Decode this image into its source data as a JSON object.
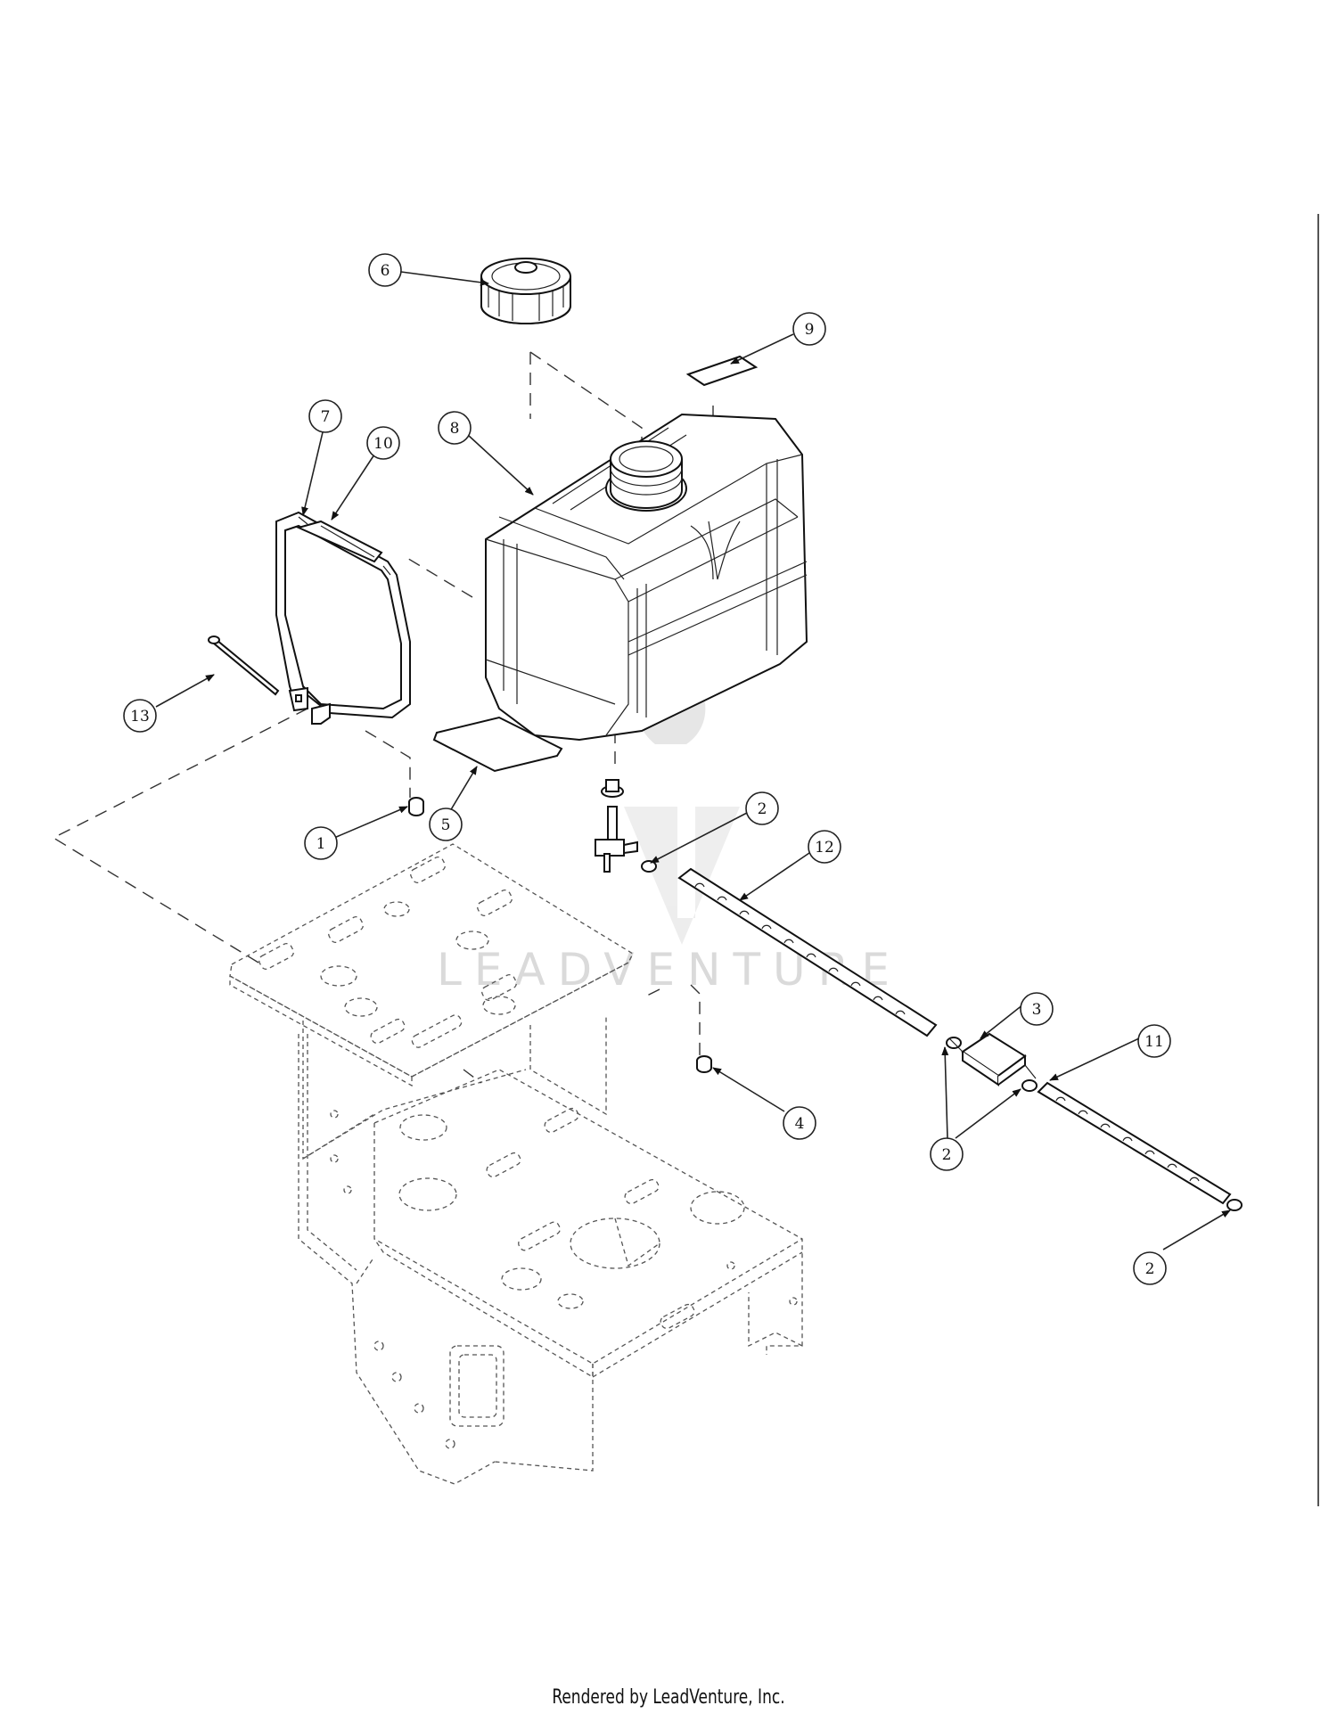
{
  "diagram": {
    "watermark": "LEADVENTURE",
    "footer": "Rendered by LeadVenture, Inc.",
    "callouts": [
      {
        "id": "c6",
        "label": "6"
      },
      {
        "id": "c9",
        "label": "9"
      },
      {
        "id": "c7",
        "label": "7"
      },
      {
        "id": "c10",
        "label": "10"
      },
      {
        "id": "c8",
        "label": "8"
      },
      {
        "id": "c13",
        "label": "13"
      },
      {
        "id": "c5",
        "label": "5"
      },
      {
        "id": "c1",
        "label": "1"
      },
      {
        "id": "c2a",
        "label": "2"
      },
      {
        "id": "c12",
        "label": "12"
      },
      {
        "id": "c3",
        "label": "3"
      },
      {
        "id": "c11",
        "label": "11"
      },
      {
        "id": "c4",
        "label": "4"
      },
      {
        "id": "c2b",
        "label": "2"
      },
      {
        "id": "c2c",
        "label": "2"
      }
    ]
  }
}
